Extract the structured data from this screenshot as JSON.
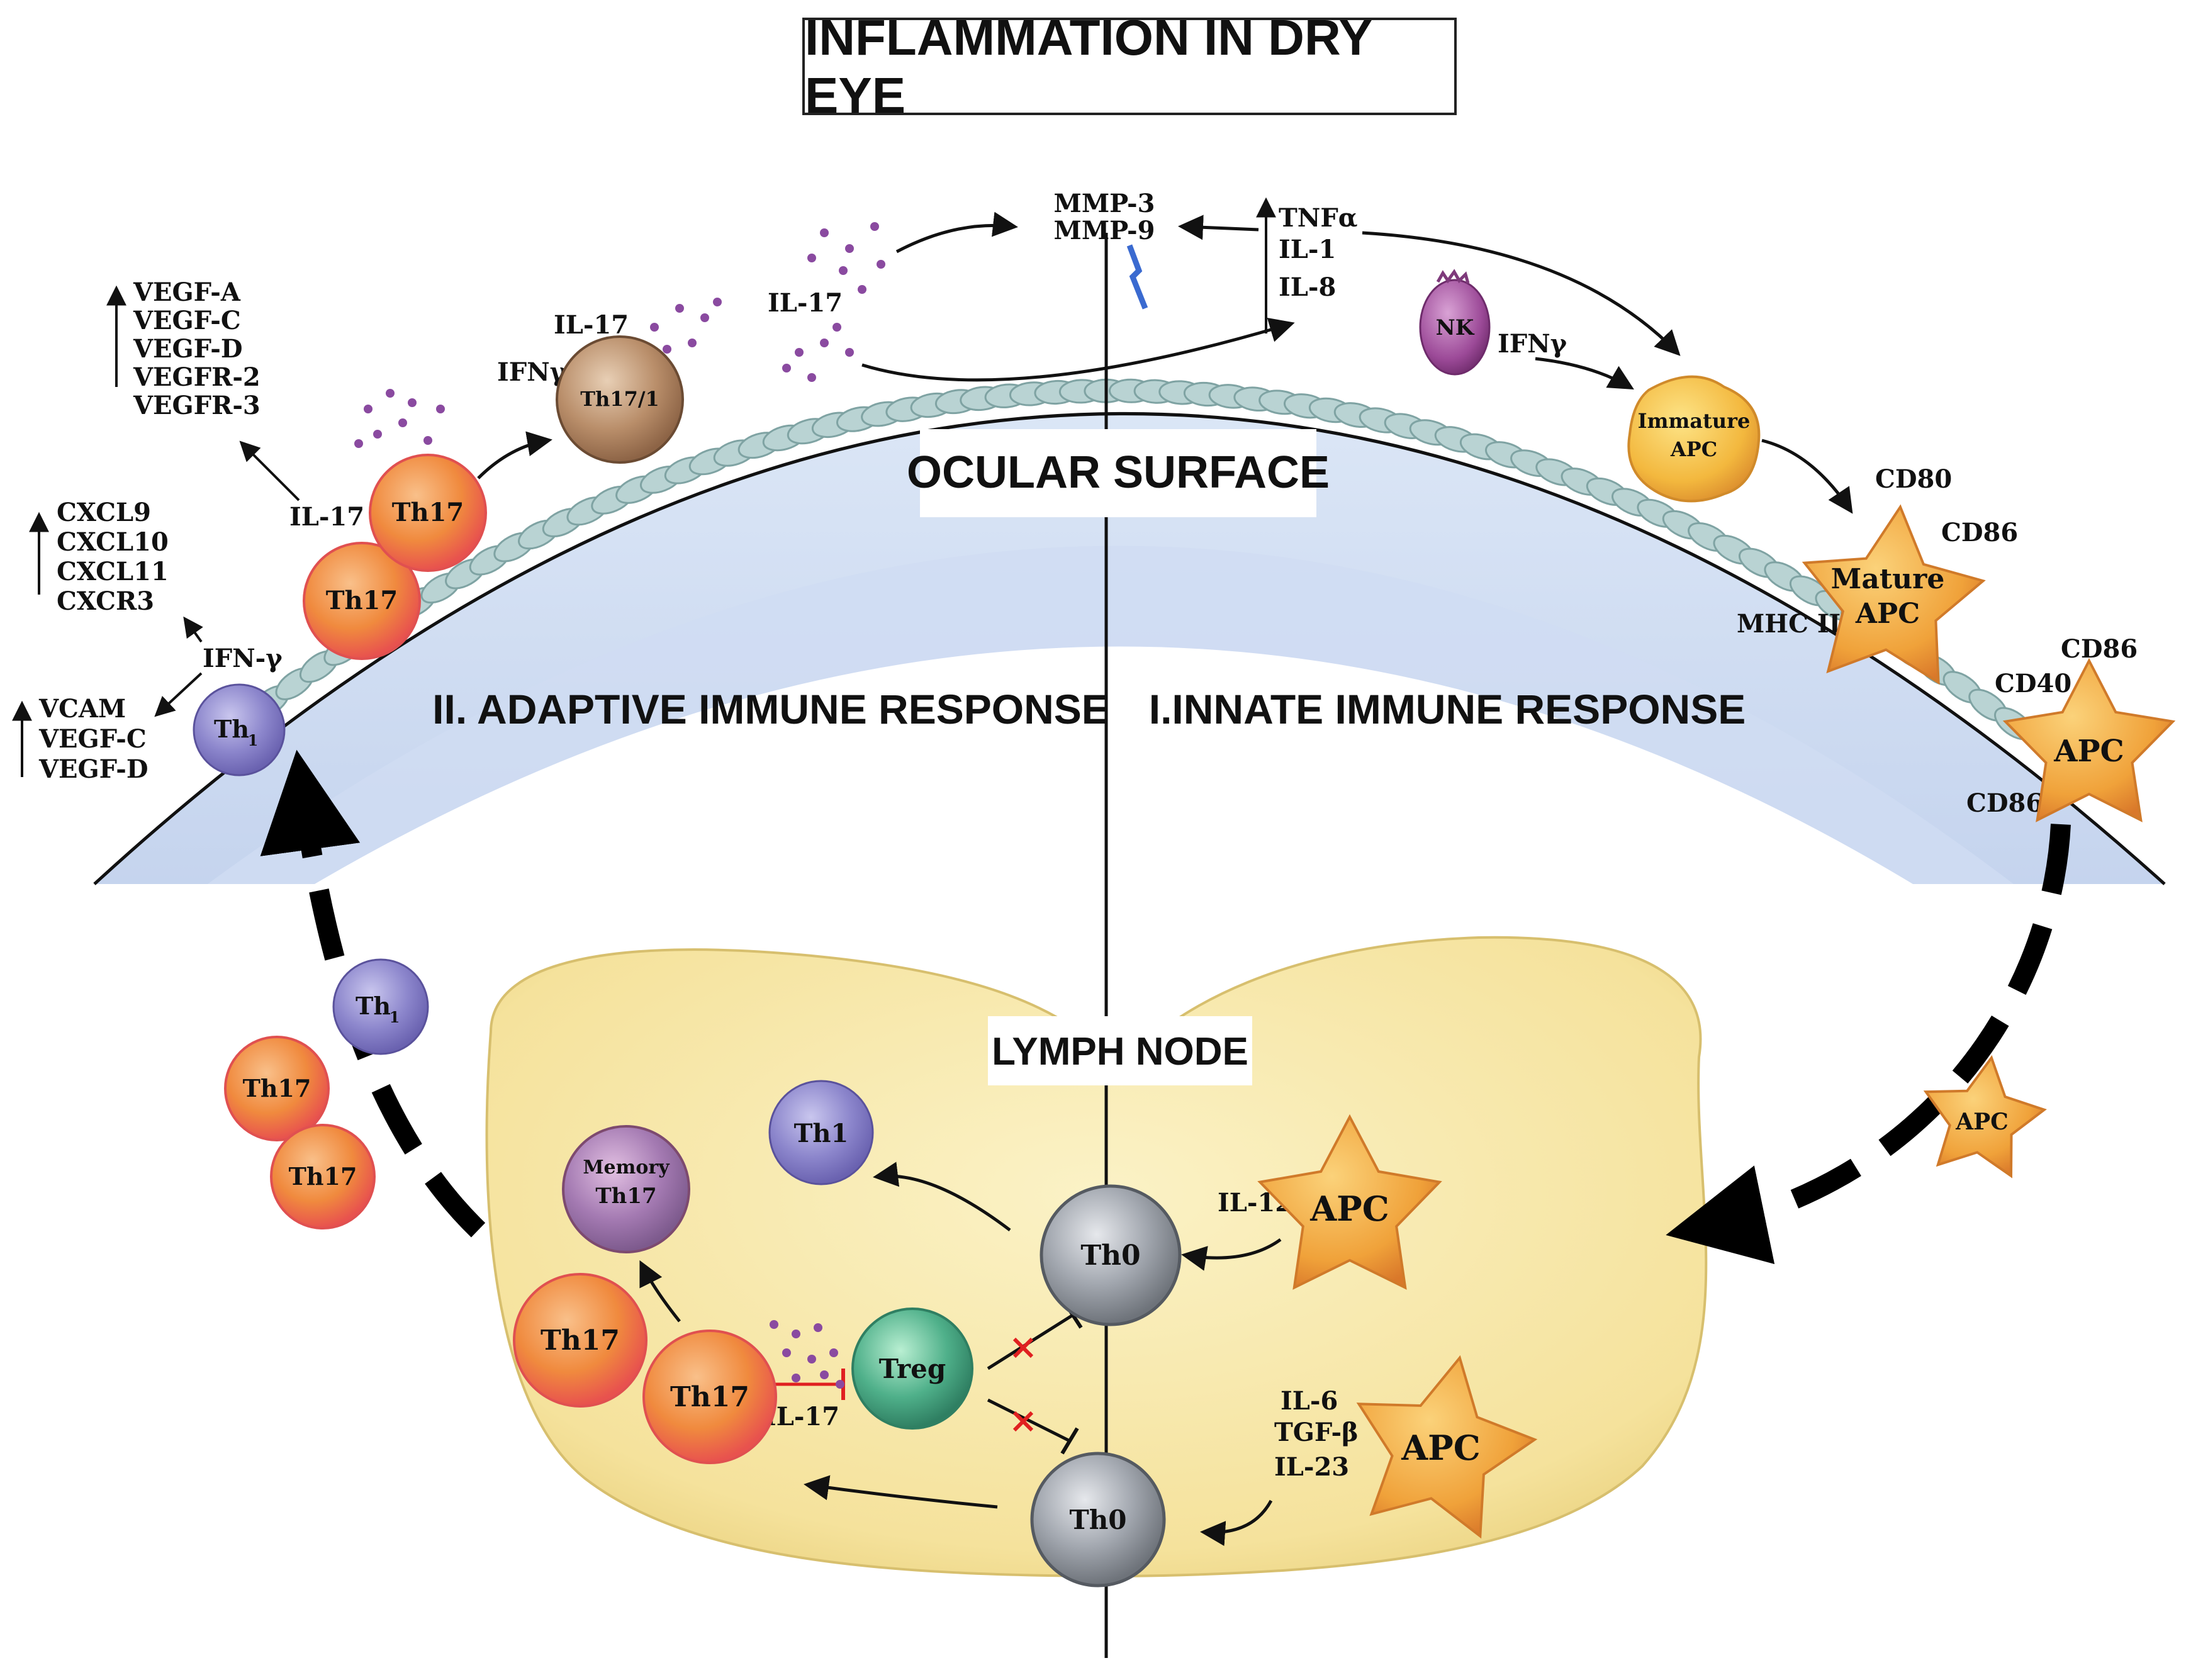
{
  "title": "INFLAMMATION IN DRY EYE",
  "regions": {
    "ocular_surface": "OCULAR SURFACE",
    "lymph_node": "LYMPH NODE",
    "adaptive": "II. ADAPTIVE IMMUNE RESPONSE",
    "innate": "I.INNATE IMMUNE RESPONSE"
  },
  "mediators": {
    "vegf_list": [
      "VEGF-A",
      "VEGF-C",
      "VEGF-D",
      "VEGFR-2",
      "VEGFR-3"
    ],
    "cxcl_list": [
      "CXCL9",
      "CXCL10",
      "CXCL11",
      "CXCR3"
    ],
    "vcam_list": [
      "VCAM",
      "VEGF-C",
      "VEGF-D"
    ],
    "ifn_gamma_dash": "IFN-γ",
    "il17_a": "IL-17",
    "il17_b": "IL-17",
    "il17_c": "IL-17",
    "il17_d": "IL-17",
    "ifn_gamma_a": "IFNγ",
    "ifn_gamma_b": "IFNγ",
    "mmp3": "MMP-3",
    "mmp9": "MMP-9",
    "tnfa": "TNFα",
    "il1": "IL-1",
    "il8": "IL-8",
    "cd80": "CD80",
    "cd86_a": "CD86",
    "cd86_b": "CD86",
    "cd86_c": "CD86",
    "cd40": "CD40",
    "mhc2": "MHC II",
    "il12": "IL-12",
    "il6": "IL-6",
    "tgfb": "TGF-β",
    "il23": "IL-23"
  },
  "cells": {
    "th1_surface_main": "Th",
    "th1_surface_sub": "1",
    "th1_transit_main": "Th",
    "th1_transit_sub": "1",
    "th17": "Th17",
    "th17_1": "Th17/1",
    "nk": "NK",
    "immature_apc_l1": "Immature",
    "immature_apc_l2": "APC",
    "mature_apc_l1": "Mature",
    "mature_apc_l2": "APC",
    "apc": "APC",
    "th1_node": "Th1",
    "memory_l1": "Memory",
    "memory_l2": "Th17",
    "treg": "Treg",
    "th0": "Th0"
  },
  "colors": {
    "th17": "#f07a3a",
    "th1": "#8f88c8",
    "th17_1": "#b48a66",
    "th0": "#9aa0a8",
    "treg": "#4fae8a",
    "memory": "#a77ab0",
    "nk": "#a04a9c",
    "apc": "#f2a93a",
    "lymph": "#f8eaa8",
    "epithelium": "#b9d3d3",
    "inhibit": "#e02020"
  }
}
